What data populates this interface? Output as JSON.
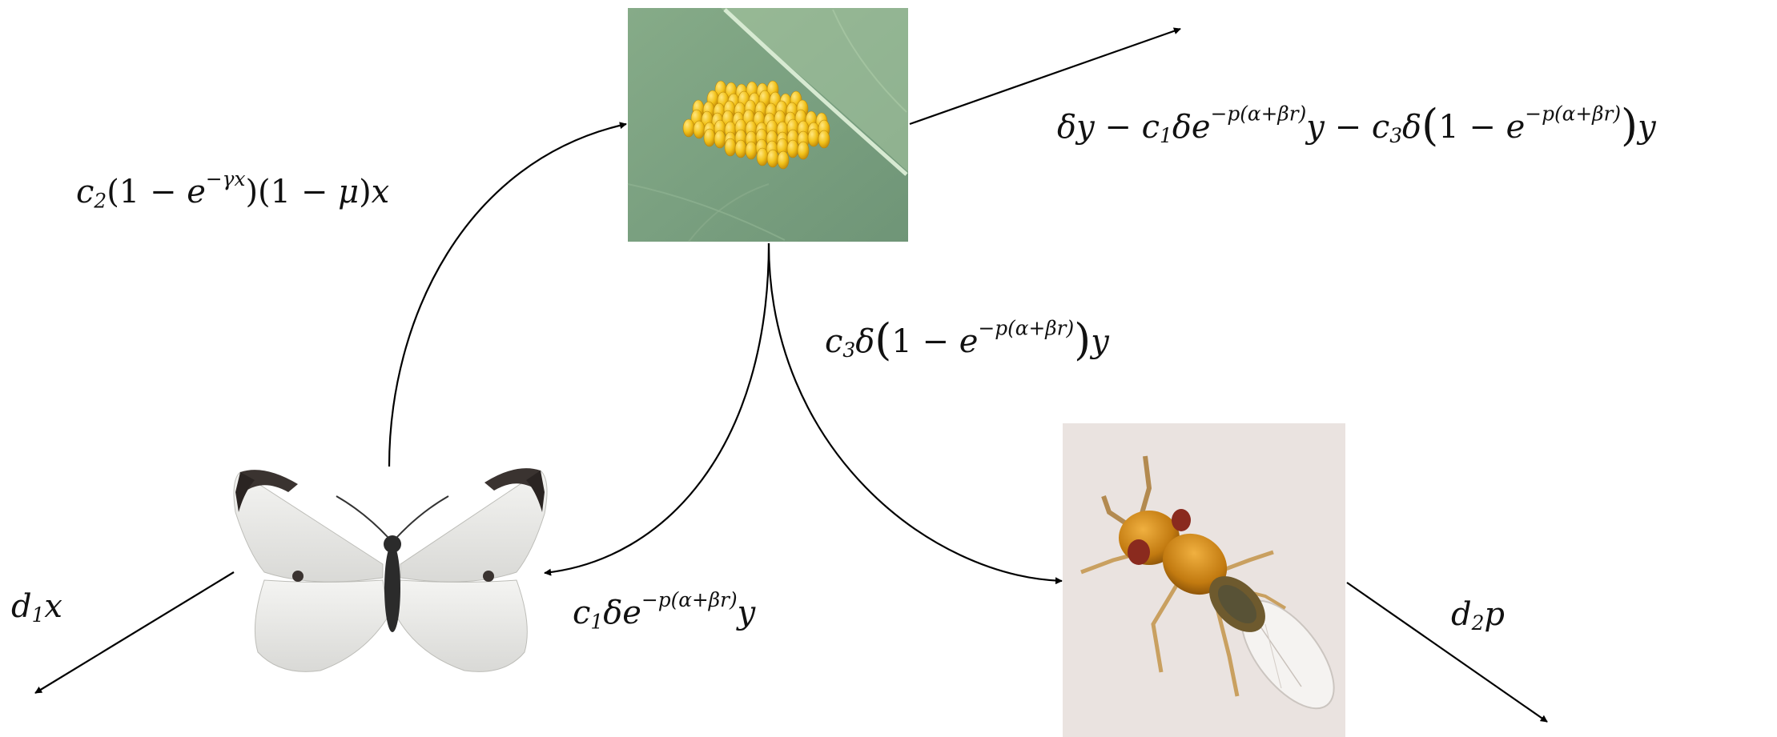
{
  "diagram": {
    "nodes": [
      {
        "id": "eggs",
        "icon": "egg-cluster-on-leaf-photo"
      },
      {
        "id": "butterfly",
        "icon": "white-butterfly-photo"
      },
      {
        "id": "wasp",
        "icon": "parasitoid-wasp-photo"
      }
    ],
    "edges": [
      {
        "from": "butterfly",
        "to": "eggs",
        "label": "c₂(1 − e^{−γx})(1 − μ)x"
      },
      {
        "from": "eggs",
        "to": "outflow",
        "label": "δy − c₁δe^{−p(α+βr)}y − c₃δ(1 − e^{−p(α+βr)})y"
      },
      {
        "from": "eggs",
        "to": "wasp",
        "label": "c₃δ(1 − e^{−p(α+βr)})y"
      },
      {
        "from": "eggs",
        "to": "butterfly",
        "label": "c₁δe^{−p(α+βr)}y"
      },
      {
        "from": "butterfly",
        "to": "outflow",
        "label": "d₁x"
      },
      {
        "from": "wasp",
        "to": "outflow",
        "label": "d₂p"
      }
    ],
    "labels": {
      "oviposition": {
        "c": "c",
        "c_sub": "2",
        "open1": "(1 − ",
        "e": "e",
        "exp": "−γx",
        "close1": ")(1 − ",
        "mu": "μ",
        "close2": ")",
        "x": "x"
      },
      "outflow": {
        "t1": "δy − ",
        "c1": "c",
        "c1_sub": "1",
        "t2": "δ",
        "e1": "e",
        "exp1": "−p(α+βr)",
        "y1": "y",
        "t3": " − ",
        "c3": "c",
        "c3_sub": "3",
        "t4": "δ",
        "open": "(",
        "one": "1 − ",
        "e2": "e",
        "exp2": "−p(α+βr)",
        "close": ")",
        "y2": "y"
      },
      "parasitized": {
        "c": "c",
        "c_sub": "3",
        "delta": "δ",
        "open": "(",
        "one": "1 − ",
        "e": "e",
        "exp": "−p(α+βr)",
        "close": ")",
        "y": "y"
      },
      "survival": {
        "c": "c",
        "c_sub": "1",
        "delta": "δ",
        "e": "e",
        "exp": "−p(α+βr)",
        "y": "y"
      },
      "d1": {
        "d": "d",
        "sub": "1",
        "x": "x"
      },
      "d2": {
        "d": "d",
        "sub": "2",
        "p": "p"
      }
    }
  }
}
